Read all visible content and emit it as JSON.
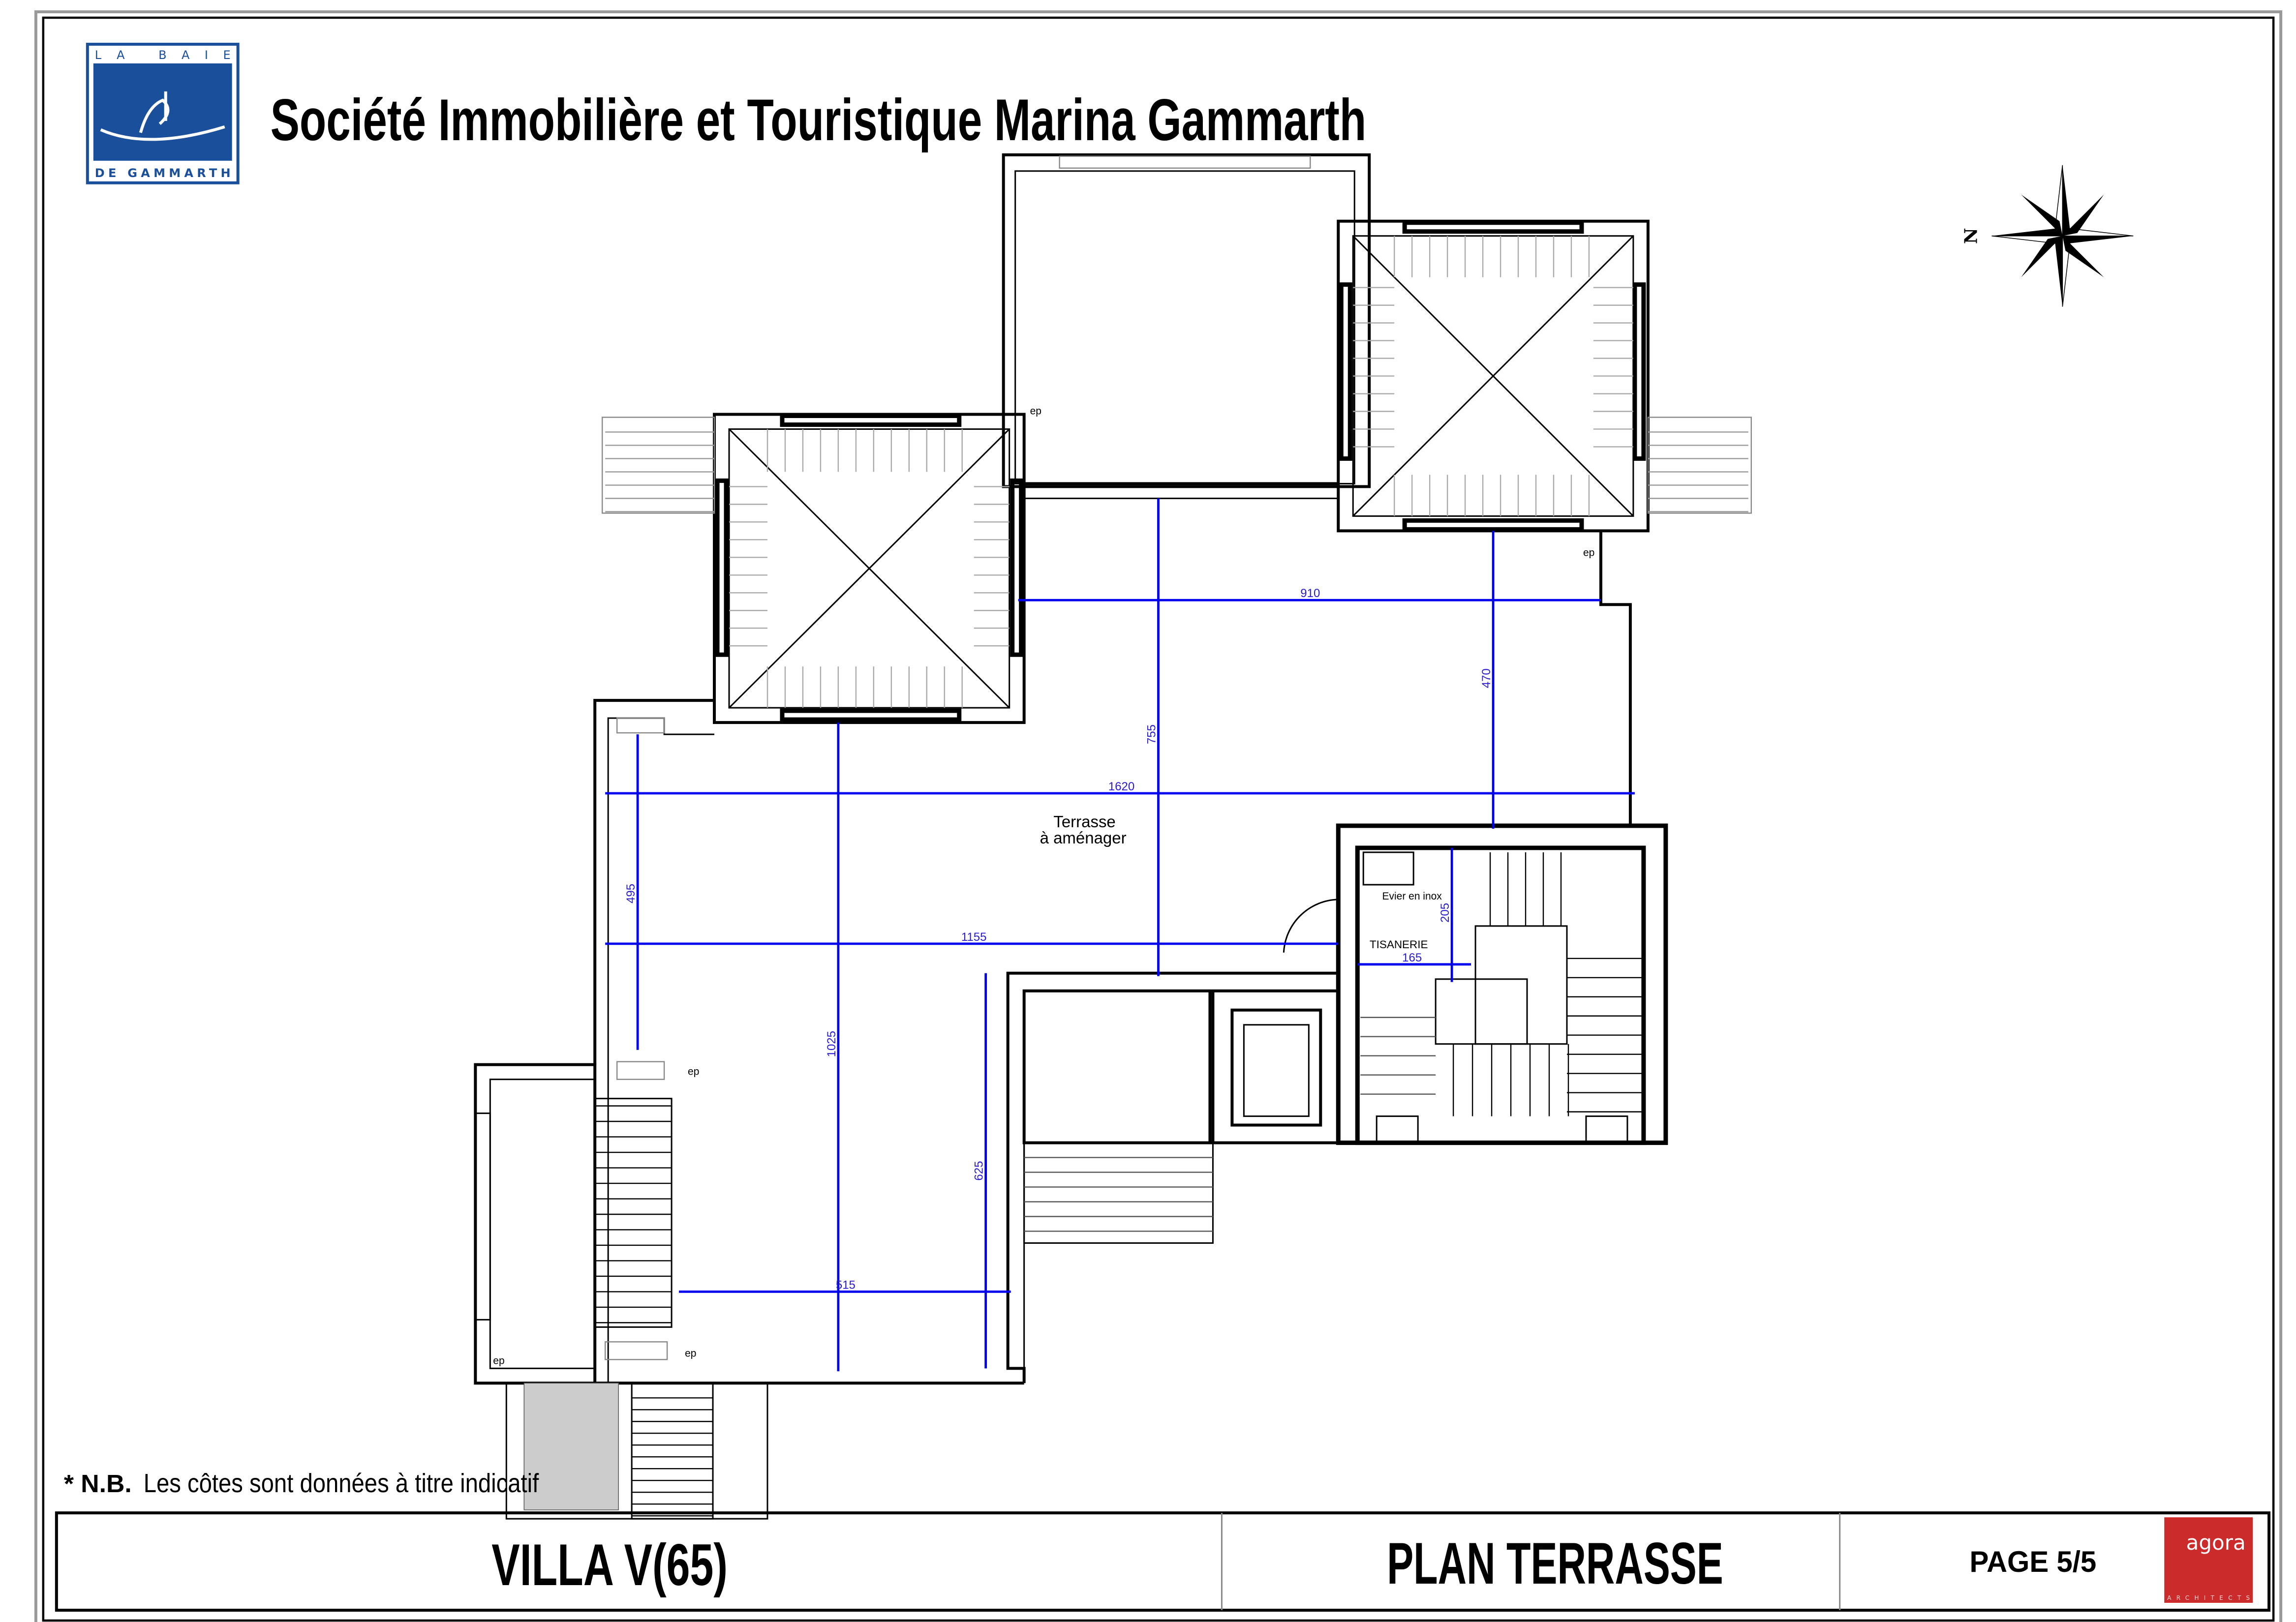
{
  "header": {
    "company_title": "Société Immobilière et Touristique Marina Gammarth",
    "logo": {
      "top_text": "LA BAIE",
      "bottom_text": "DE GAMMARTH",
      "color": "#1a4f9c"
    }
  },
  "compass": {
    "north_label": "N"
  },
  "plan": {
    "room_label_line1": "Terrasse",
    "room_label_line2": "à aménager",
    "sink_label": "Evier en inox",
    "tisanerie_label": "TISANERIE",
    "drain_label": "ep",
    "dimension_color": "#0000ee",
    "dimensions": {
      "d910": "910",
      "d470": "470",
      "d755": "755",
      "d1620": "1620",
      "d1155": "1155",
      "d495": "495",
      "d1025": "1025",
      "d625": "625",
      "d515": "515",
      "d205": "205",
      "d165": "165"
    }
  },
  "note": {
    "prefix": "* N.B.",
    "text": "Les côtes sont données à titre indicatif"
  },
  "title_block": {
    "villa": "VILLA  V(65)",
    "plan_name": "PLAN TERRASSE",
    "page": "PAGE 5/5",
    "architect_logo": {
      "name": "agora",
      "subtitle": "ARCHITECTS",
      "color": "#cc2b2b"
    }
  }
}
